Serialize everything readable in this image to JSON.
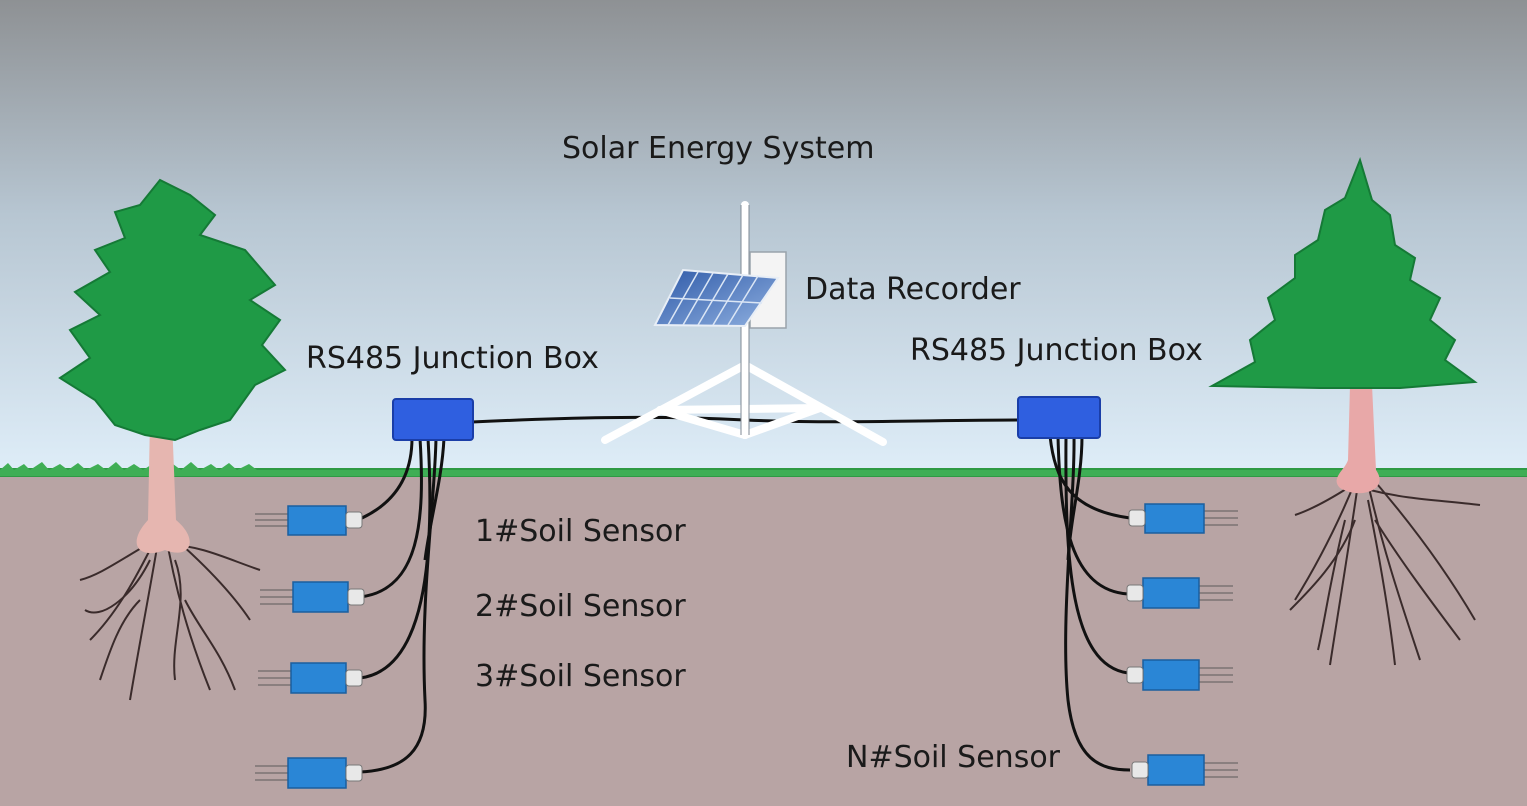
{
  "labels": {
    "solar_energy_system": "Solar Energy System",
    "data_recorder": "Data Recorder",
    "junction_box_left": "RS485 Junction Box",
    "junction_box_right": "RS485 Junction Box",
    "sensor_1": "1#Soil Sensor",
    "sensor_2": "2#Soil Sensor",
    "sensor_3": "3#Soil Sensor",
    "sensor_n": "N#Soil Sensor"
  },
  "colors": {
    "sky_top": "#8e9194",
    "sky_bottom": "#d8e8f4",
    "soil": "#b8a4a4",
    "grass": "#2e9a44",
    "foliage": "#1f9a46",
    "trunk": "#e6b6b0",
    "junction_box": "#2f5fe0",
    "sensor": "#2a86d6",
    "cable": "#111111",
    "solar_panel": "#4a72b8"
  }
}
